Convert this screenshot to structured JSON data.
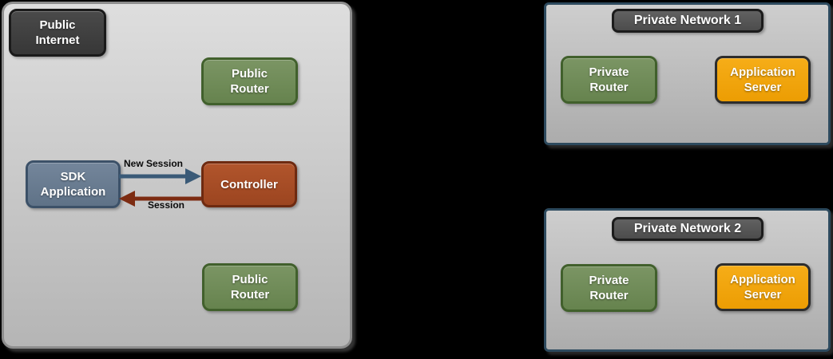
{
  "diagram": {
    "public_internet": {
      "title": "Public\nInternet",
      "router_top_label": "Public\nRouter",
      "router_bottom_label": "Public\nRouter",
      "sdk_application_label": "SDK\nApplication",
      "controller_label": "Controller",
      "arrow_new_session_label": "New Session",
      "arrow_session_label": "Session"
    },
    "private_network_1": {
      "title": "Private Network 1",
      "private_router_label": "Private\nRouter",
      "application_server_label": "Application\nServer"
    },
    "private_network_2": {
      "title": "Private Network 2",
      "private_router_label": "Private\nRouter",
      "application_server_label": "Application\nServer"
    },
    "colors": {
      "background": "#000000",
      "node_green": "#6f8b58",
      "node_orange": "#f0a30a",
      "node_slate_blue": "#697c90",
      "node_rust": "#a84d26",
      "node_dark_gray": "#3f3f3f",
      "container_gray": "#c9c9c9",
      "network_border_blue": "#2d4a5e",
      "arrow_new_session_blue": "#3a5a77",
      "arrow_session_red": "#7d2c12"
    }
  }
}
